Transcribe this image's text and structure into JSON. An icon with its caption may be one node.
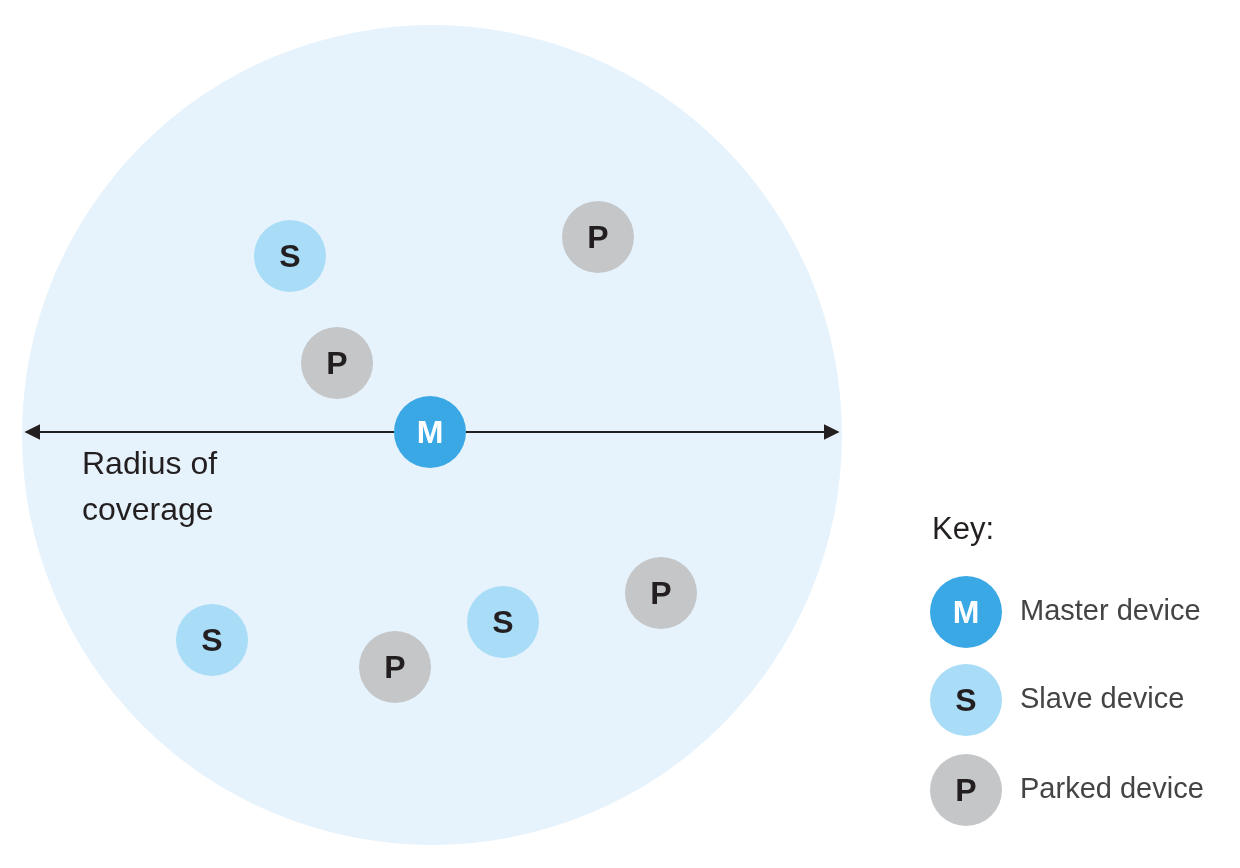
{
  "diagram": {
    "nodes": [
      {
        "text": [],
        "shape": "circle"
      },
      {
        "text": [
          "S"
        ],
        "in": 0
      },
      {
        "text": [
          "P"
        ],
        "in": 0
      },
      {
        "text": [
          "P"
        ],
        "in": 0
      },
      {
        "text": [
          "M"
        ],
        "in": 0
      },
      {
        "text": [
          "P"
        ],
        "in": 0
      },
      {
        "text": [
          "S"
        ],
        "in": 0
      },
      {
        "text": [
          "S"
        ],
        "in": 0
      },
      {
        "text": [
          "P"
        ],
        "in": 0
      },
      {
        "text": [
          "M"
        ],
        "beside": [
          "Master device"
        ]
      },
      {
        "text": [
          "S"
        ],
        "beside": [
          "Slave device"
        ]
      },
      {
        "text": [
          "P"
        ],
        "beside": [
          "Parked device"
        ]
      }
    ],
    "edges": [],
    "labels": [
      "Radius of coverage",
      "Key:"
    ]
  }
}
